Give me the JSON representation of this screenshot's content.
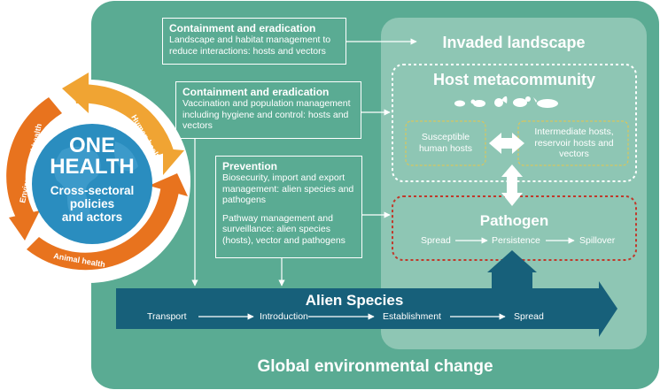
{
  "one_health": {
    "title_line1": "ONE",
    "title_line2": "HEALTH",
    "subtitle_line1": "Cross-sectoral",
    "subtitle_line2": "policies",
    "subtitle_line3": "and actors",
    "segments": [
      "Environmental health",
      "Human health",
      "Animal health"
    ]
  },
  "boxes": {
    "box1": {
      "heading": "Containment and eradication",
      "text": "Landscape and habitat management to reduce interactions: hosts and vectors"
    },
    "box2": {
      "heading": "Containment and eradication",
      "text": "Vaccination and population management including hygiene and control: hosts and vectors"
    },
    "box3": {
      "heading": "Prevention",
      "text1": "Biosecurity, import and export management: alien species and pathogens",
      "text2": "Pathway management and surveillance: alien species (hosts), vector and pathogens"
    }
  },
  "invaded_landscape": "Invaded landscape",
  "host_metacommunity": {
    "title": "Host metacommunity",
    "susceptible": "Susceptible human hosts",
    "intermediate": "Intermediate hosts, reservoir hosts and vectors"
  },
  "pathogen": {
    "title": "Pathogen",
    "stages": [
      "Spread",
      "Persistence",
      "Spillover"
    ]
  },
  "alien_species": {
    "title": "Alien Species",
    "stages": [
      "Transport",
      "Introduction",
      "Establishment",
      "Spread"
    ]
  },
  "global_change": "Global environmental change",
  "colors": {
    "outer_bg": "#5aab93",
    "inner_panel": "#8ec6b4",
    "arrow_blue": "#17607a",
    "globe_blue": "#2a8dbf",
    "ring_orange": "#e8731e",
    "ring_light_orange": "#f0a433",
    "dashed_yellow": "#e8c54a",
    "dashed_red": "#c0392b"
  }
}
